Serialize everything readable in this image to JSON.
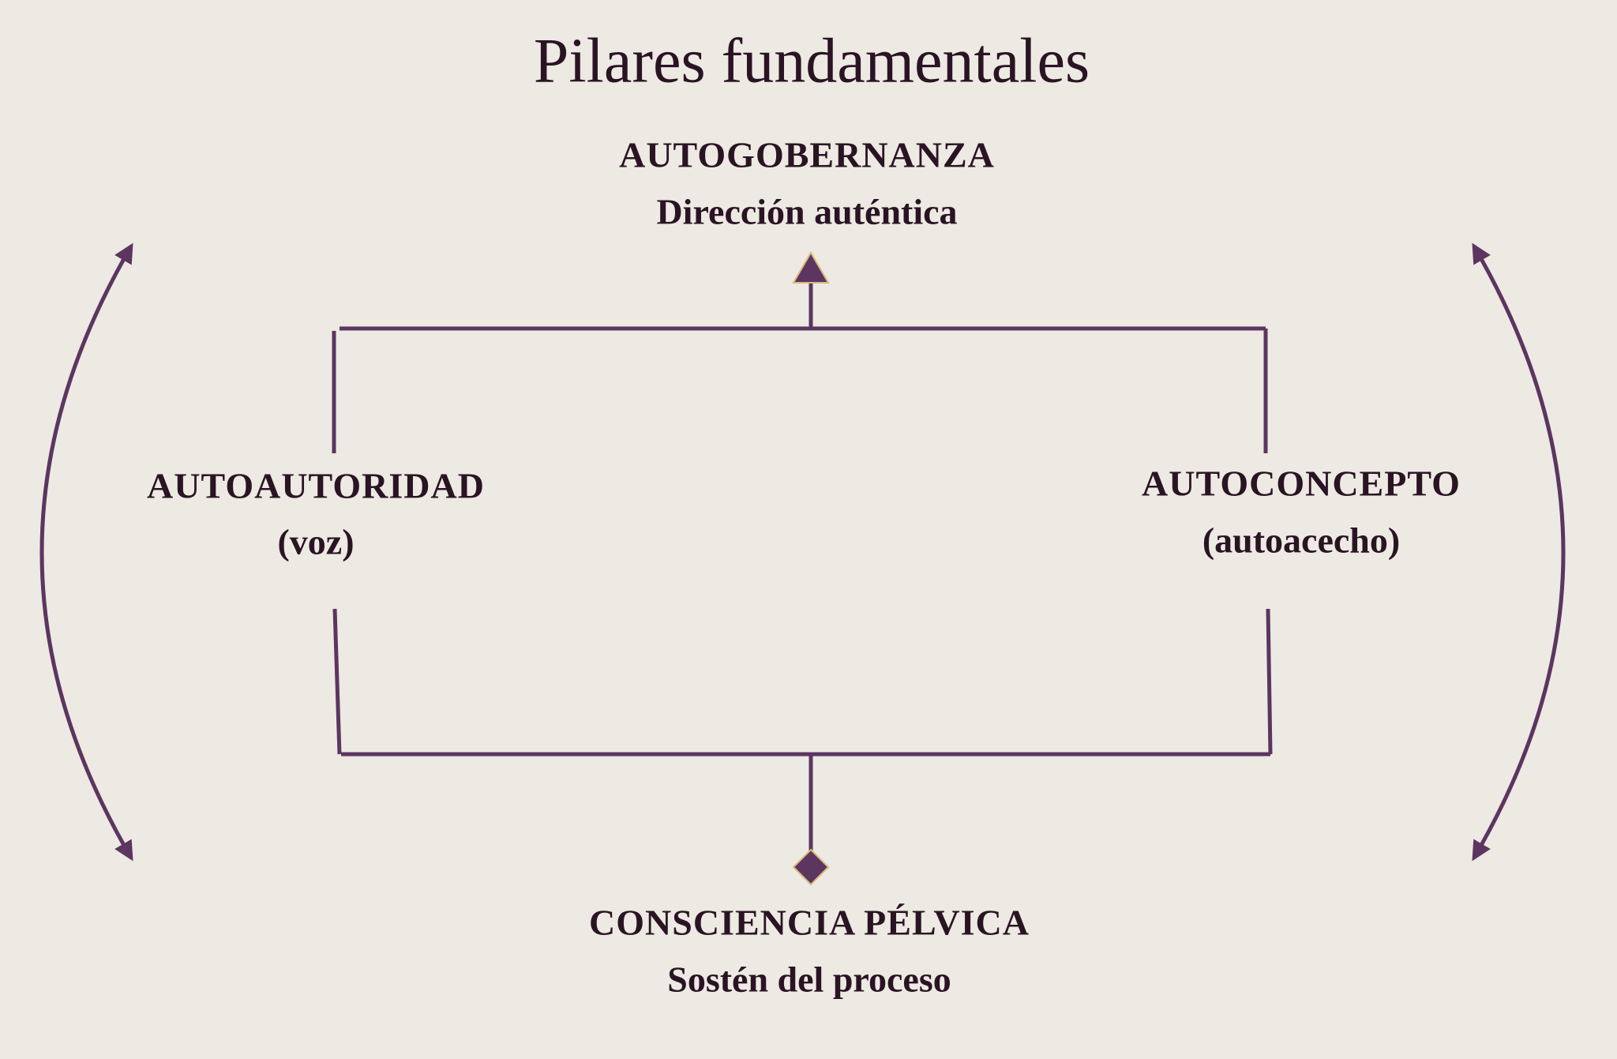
{
  "title": "Pilares fundamentales",
  "colors": {
    "background": "#ede9e3",
    "line": "#5c3560",
    "text": "#2a1424",
    "marker_outline": "#d9b97a"
  },
  "nodes": {
    "top": {
      "heading": "AUTOGOBERNANZA",
      "subtitle": "Dirección auténtica"
    },
    "left": {
      "heading": "AUTOAUTORIDAD",
      "subtitle": "(voz)"
    },
    "right": {
      "heading": "AUTOCONCEPTO",
      "subtitle": "(autoacecho)"
    },
    "bottom": {
      "heading": "CONSCIENCIA PÉLVICA",
      "subtitle": "Sostén del proceso"
    }
  },
  "connectors": [
    {
      "from": "bottom",
      "to": "top",
      "marker_start": "diamond",
      "marker_end": "triangle"
    },
    {
      "left_arc": "bidirectional"
    },
    {
      "right_arc": "bidirectional"
    }
  ]
}
